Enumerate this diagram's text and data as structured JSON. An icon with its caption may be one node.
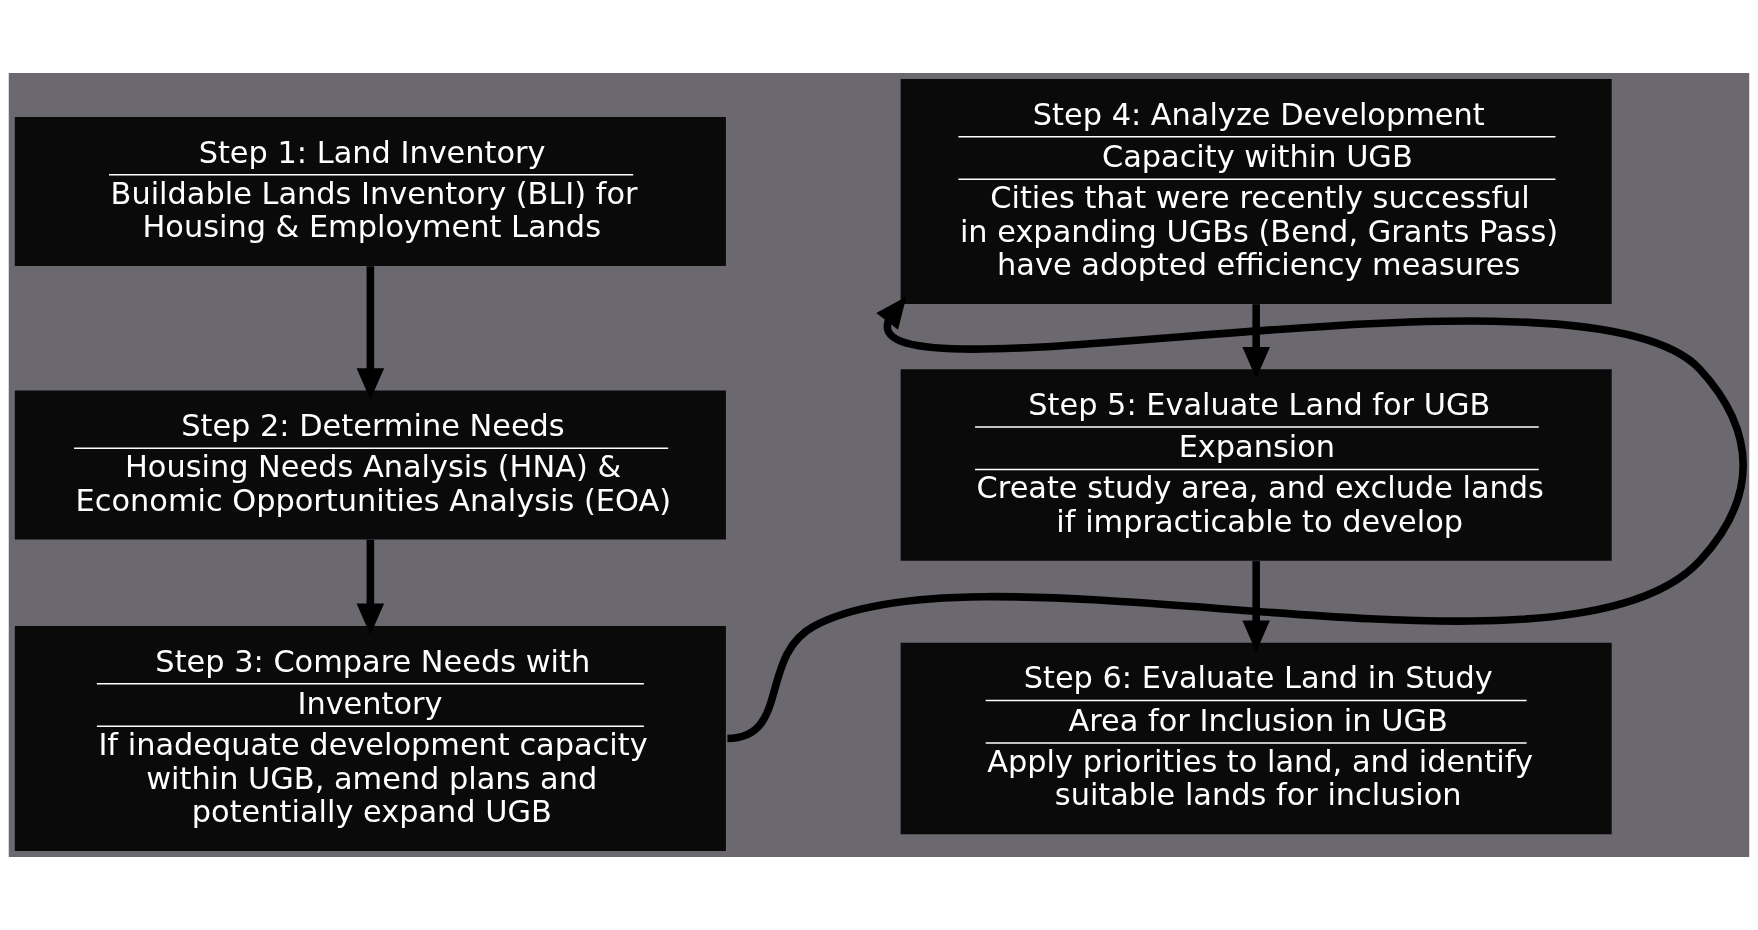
{
  "diagram": {
    "nodes": [
      {
        "text": [
          "Step 1: Land Inventory",
          "Buildable Lands Inventory (BLI) for Housing & Employment Lands"
        ]
      },
      {
        "text": [
          "Step 2: Determine Needs",
          "Housing Needs Analysis (HNA) & Economic Opportunities Analysis (EOA)"
        ]
      },
      {
        "text": [
          "Step 3: Compare Needs with Inventory",
          "If inadequate development capacity within UGB, amend plans and potentially expand UGB"
        ]
      },
      {
        "text": [
          "Step 4: Analyze Development Capacity within UGB",
          "Cities that were recently successful in expanding UGBs (Bend, Grants Pass) have adopted efficiency measures"
        ]
      },
      {
        "text": [
          "Step 5: Evaluate Land for UGB Expansion",
          "Create study area, and exclude lands if impracticable to develop"
        ]
      },
      {
        "text": [
          "Step 6: Evaluate Land in Study Area for Inclusion in UGB",
          "Apply priorities to land, and identify suitable lands for inclusion"
        ]
      }
    ],
    "edges": [
      {
        "from": 0,
        "to": 1,
        "arrow": "to"
      },
      {
        "from": 1,
        "to": 2,
        "arrow": "to"
      },
      {
        "from": 2,
        "to": 3,
        "arrow": "to"
      },
      {
        "from": 3,
        "to": 4,
        "arrow": "to"
      },
      {
        "from": 4,
        "to": 5,
        "arrow": "to"
      }
    ]
  }
}
